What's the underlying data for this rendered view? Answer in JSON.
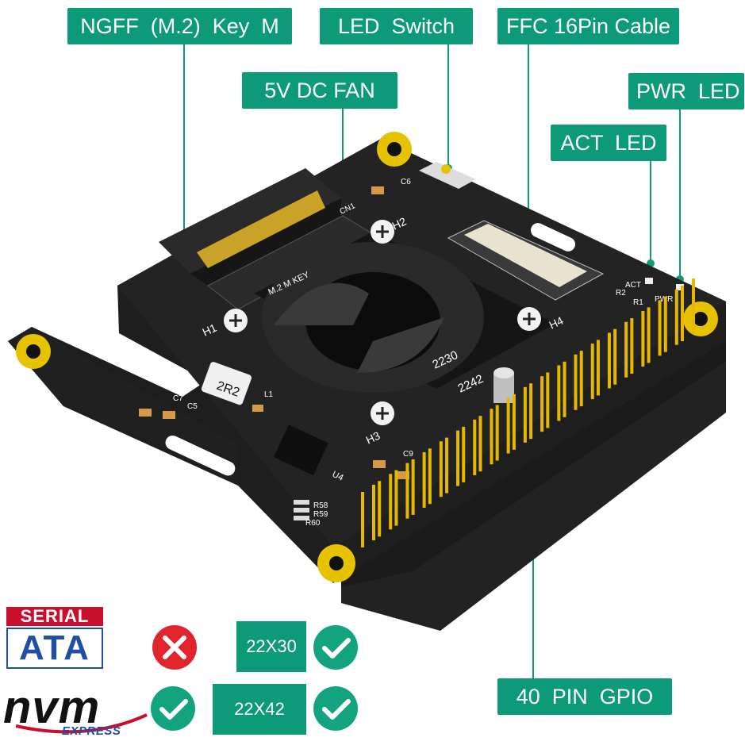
{
  "labels": {
    "ngff": "NGFF  (M.2)  Key  M",
    "led_switch": "LED  Switch",
    "ffc": "FFC 16Pin Cable",
    "fan": "5V DC FAN",
    "pwr_led": "PWR  LED",
    "act_led": "ACT  LED",
    "gpio": "40  PIN  GPIO"
  },
  "board_silkscreen": {
    "h1": "H1",
    "h2": "H2",
    "h3": "H3",
    "h4": "H4",
    "m2_key": "M.2  M  KEY",
    "cn1": "CN1",
    "pos_2230": "2230",
    "pos_2242": "2242",
    "inductor": "2R2",
    "l1": "L1",
    "u4": "U4",
    "c5": "C5",
    "c6": "C6",
    "c7": "C7",
    "c9": "C9",
    "r58": "R58",
    "r59": "R59",
    "r60": "R60",
    "act": "ACT",
    "pwr": "PWR",
    "r1": "R1",
    "r2": "R2"
  },
  "compatibility": {
    "sata_top": "SERIAL",
    "sata_bottom": "ATA",
    "nvm_text": "nvm",
    "nvm_express": "EXPRESS",
    "sata_supported": false,
    "nvme_supported": true,
    "sizes": [
      {
        "label": "22X30",
        "supported": true
      },
      {
        "label": "22X42",
        "supported": true
      }
    ]
  },
  "colors": {
    "label_bg": "#0d9a78",
    "board": "#1b1b1b",
    "gold": "#e6b800",
    "check": "#14a37f",
    "cross": "#e0252c"
  }
}
